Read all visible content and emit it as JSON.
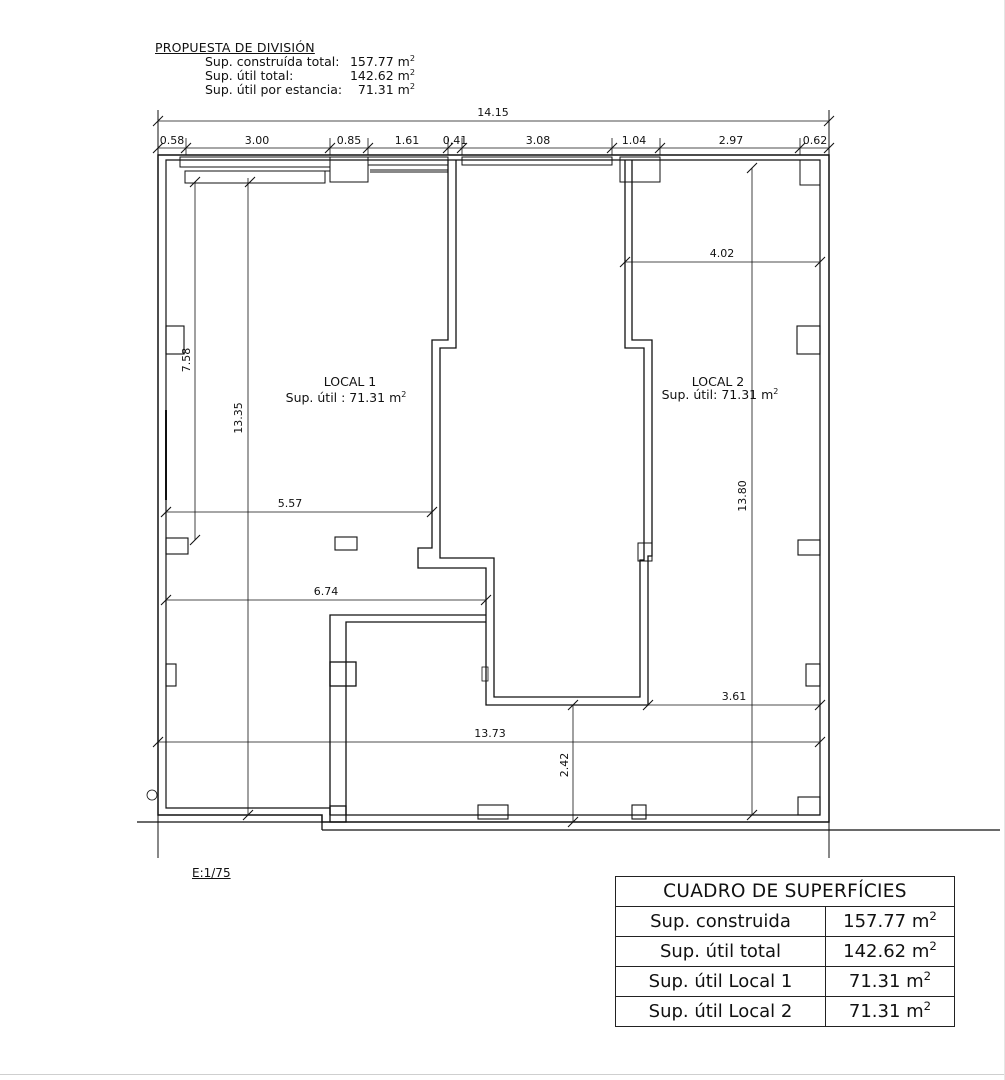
{
  "header": {
    "title": "PROPUESTA DE DIVISIÓN",
    "rows": [
      {
        "label": "Sup. construída total:",
        "value": "157.77 m",
        "sup": "2"
      },
      {
        "label": "Sup. útil total:",
        "value": "142.62 m",
        "sup": "2"
      },
      {
        "label": "Sup. útil por estancia:",
        "value": "71.31 m",
        "sup": "2"
      }
    ]
  },
  "scale": "E:1/75",
  "plan": {
    "overall_width": "14.15",
    "top_segments": [
      "0.58",
      "3.00",
      "0.85",
      "1.61",
      "0.41",
      "3.08",
      "1.04",
      "2.97",
      "0.62"
    ],
    "dims": {
      "d_402": "4.02",
      "d_758": "7.58",
      "d_1335": "13.35",
      "d_557": "5.57",
      "d_674": "6.74",
      "d_1380": "13.80",
      "d_361": "3.61",
      "d_1373": "13.73",
      "d_242": "2.42"
    },
    "local1": {
      "name": "LOCAL 1",
      "area": "Sup. útil : 71.31 m",
      "sup": "2"
    },
    "local2": {
      "name": "LOCAL 2",
      "area": "Sup. útil: 71.31 m",
      "sup": "2"
    }
  },
  "area_table": {
    "title": "CUADRO DE SUPERFÍCIES",
    "rows": [
      {
        "label": "Sup. construida",
        "value": "157.77 m",
        "sup": "2"
      },
      {
        "label": "Sup. útil total",
        "value": "142.62 m",
        "sup": "2"
      },
      {
        "label": "Sup. útil Local 1",
        "value": "71.31 m",
        "sup": "2"
      },
      {
        "label": "Sup. útil Local 2",
        "value": "71.31 m",
        "sup": "2"
      }
    ]
  }
}
